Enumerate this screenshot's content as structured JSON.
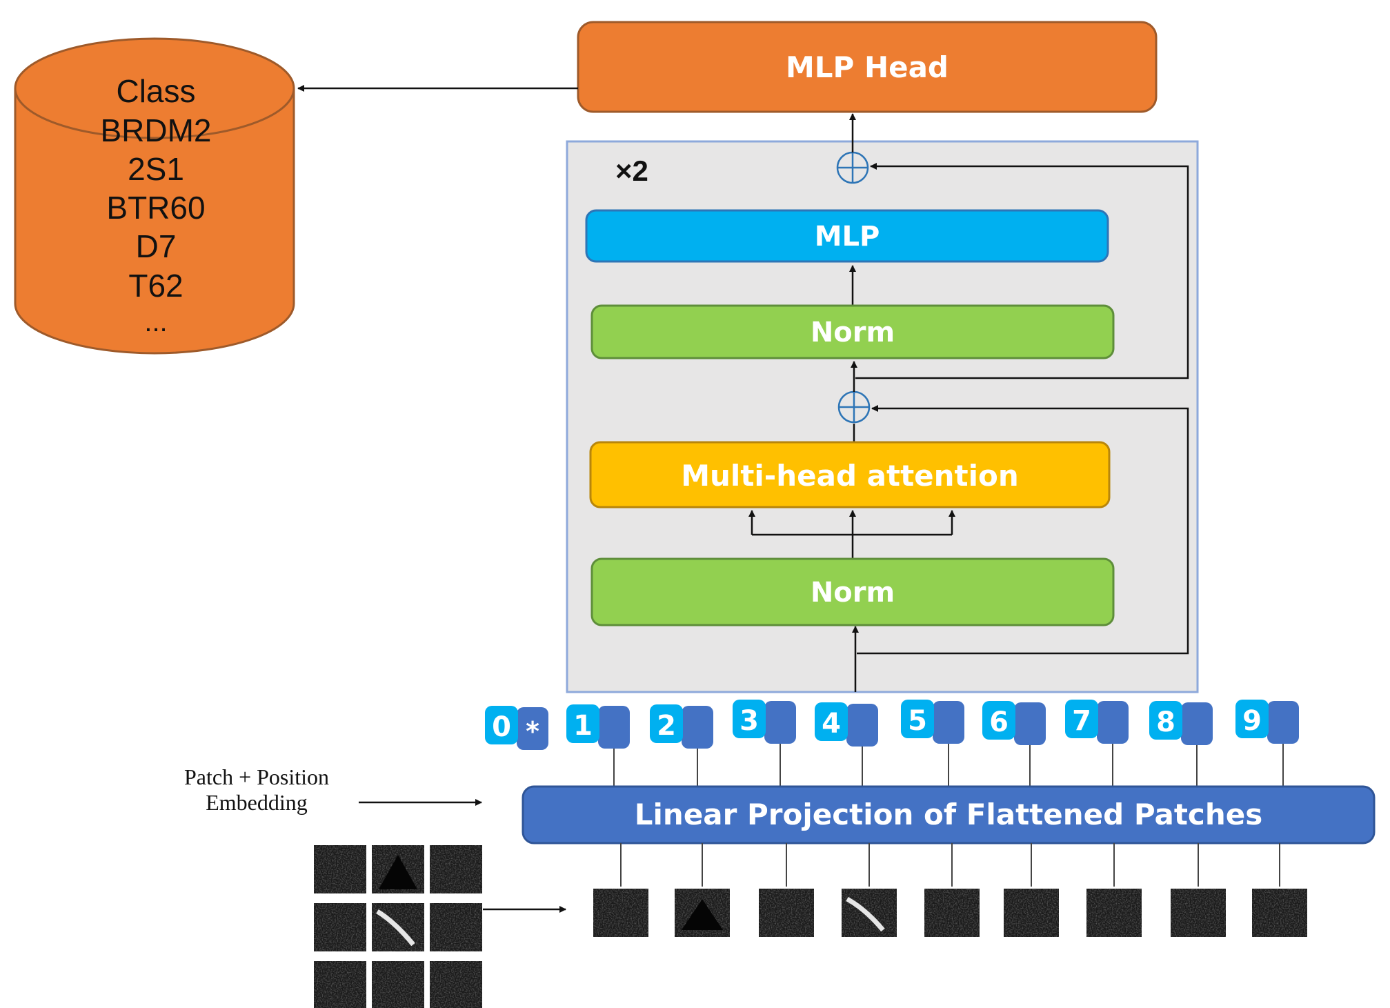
{
  "output_classes": {
    "lines": [
      "Class",
      "BRDM2",
      "2S1",
      "BTR60",
      "D7",
      "T62",
      "..."
    ]
  },
  "mlp_head": {
    "label": "MLP Head"
  },
  "encoder": {
    "repeat_label": "×2",
    "mlp_label": "MLP",
    "norm_top_label": "Norm",
    "attention_label": "Multi-head attention",
    "norm_bottom_label": "Norm"
  },
  "tokens": [
    "0",
    "1",
    "2",
    "3",
    "4",
    "5",
    "6",
    "7",
    "8",
    "9"
  ],
  "class_token_symbol": "*",
  "projection": {
    "label": "Linear Projection of Flattened Patches"
  },
  "embedding_label": {
    "line1": "Patch + Position",
    "line2": "Embedding"
  },
  "colors": {
    "orange": "#ED7D31",
    "mlp_blue": "#00B0F0",
    "norm_green": "#92D050",
    "attention_yellow": "#FFC000",
    "projection_blue": "#4472C4",
    "token_light": "#00B0F0",
    "token_dark": "#4472C4",
    "encoder_bg": "#E7E6E6",
    "encoder_border": "#8EA9DB"
  }
}
